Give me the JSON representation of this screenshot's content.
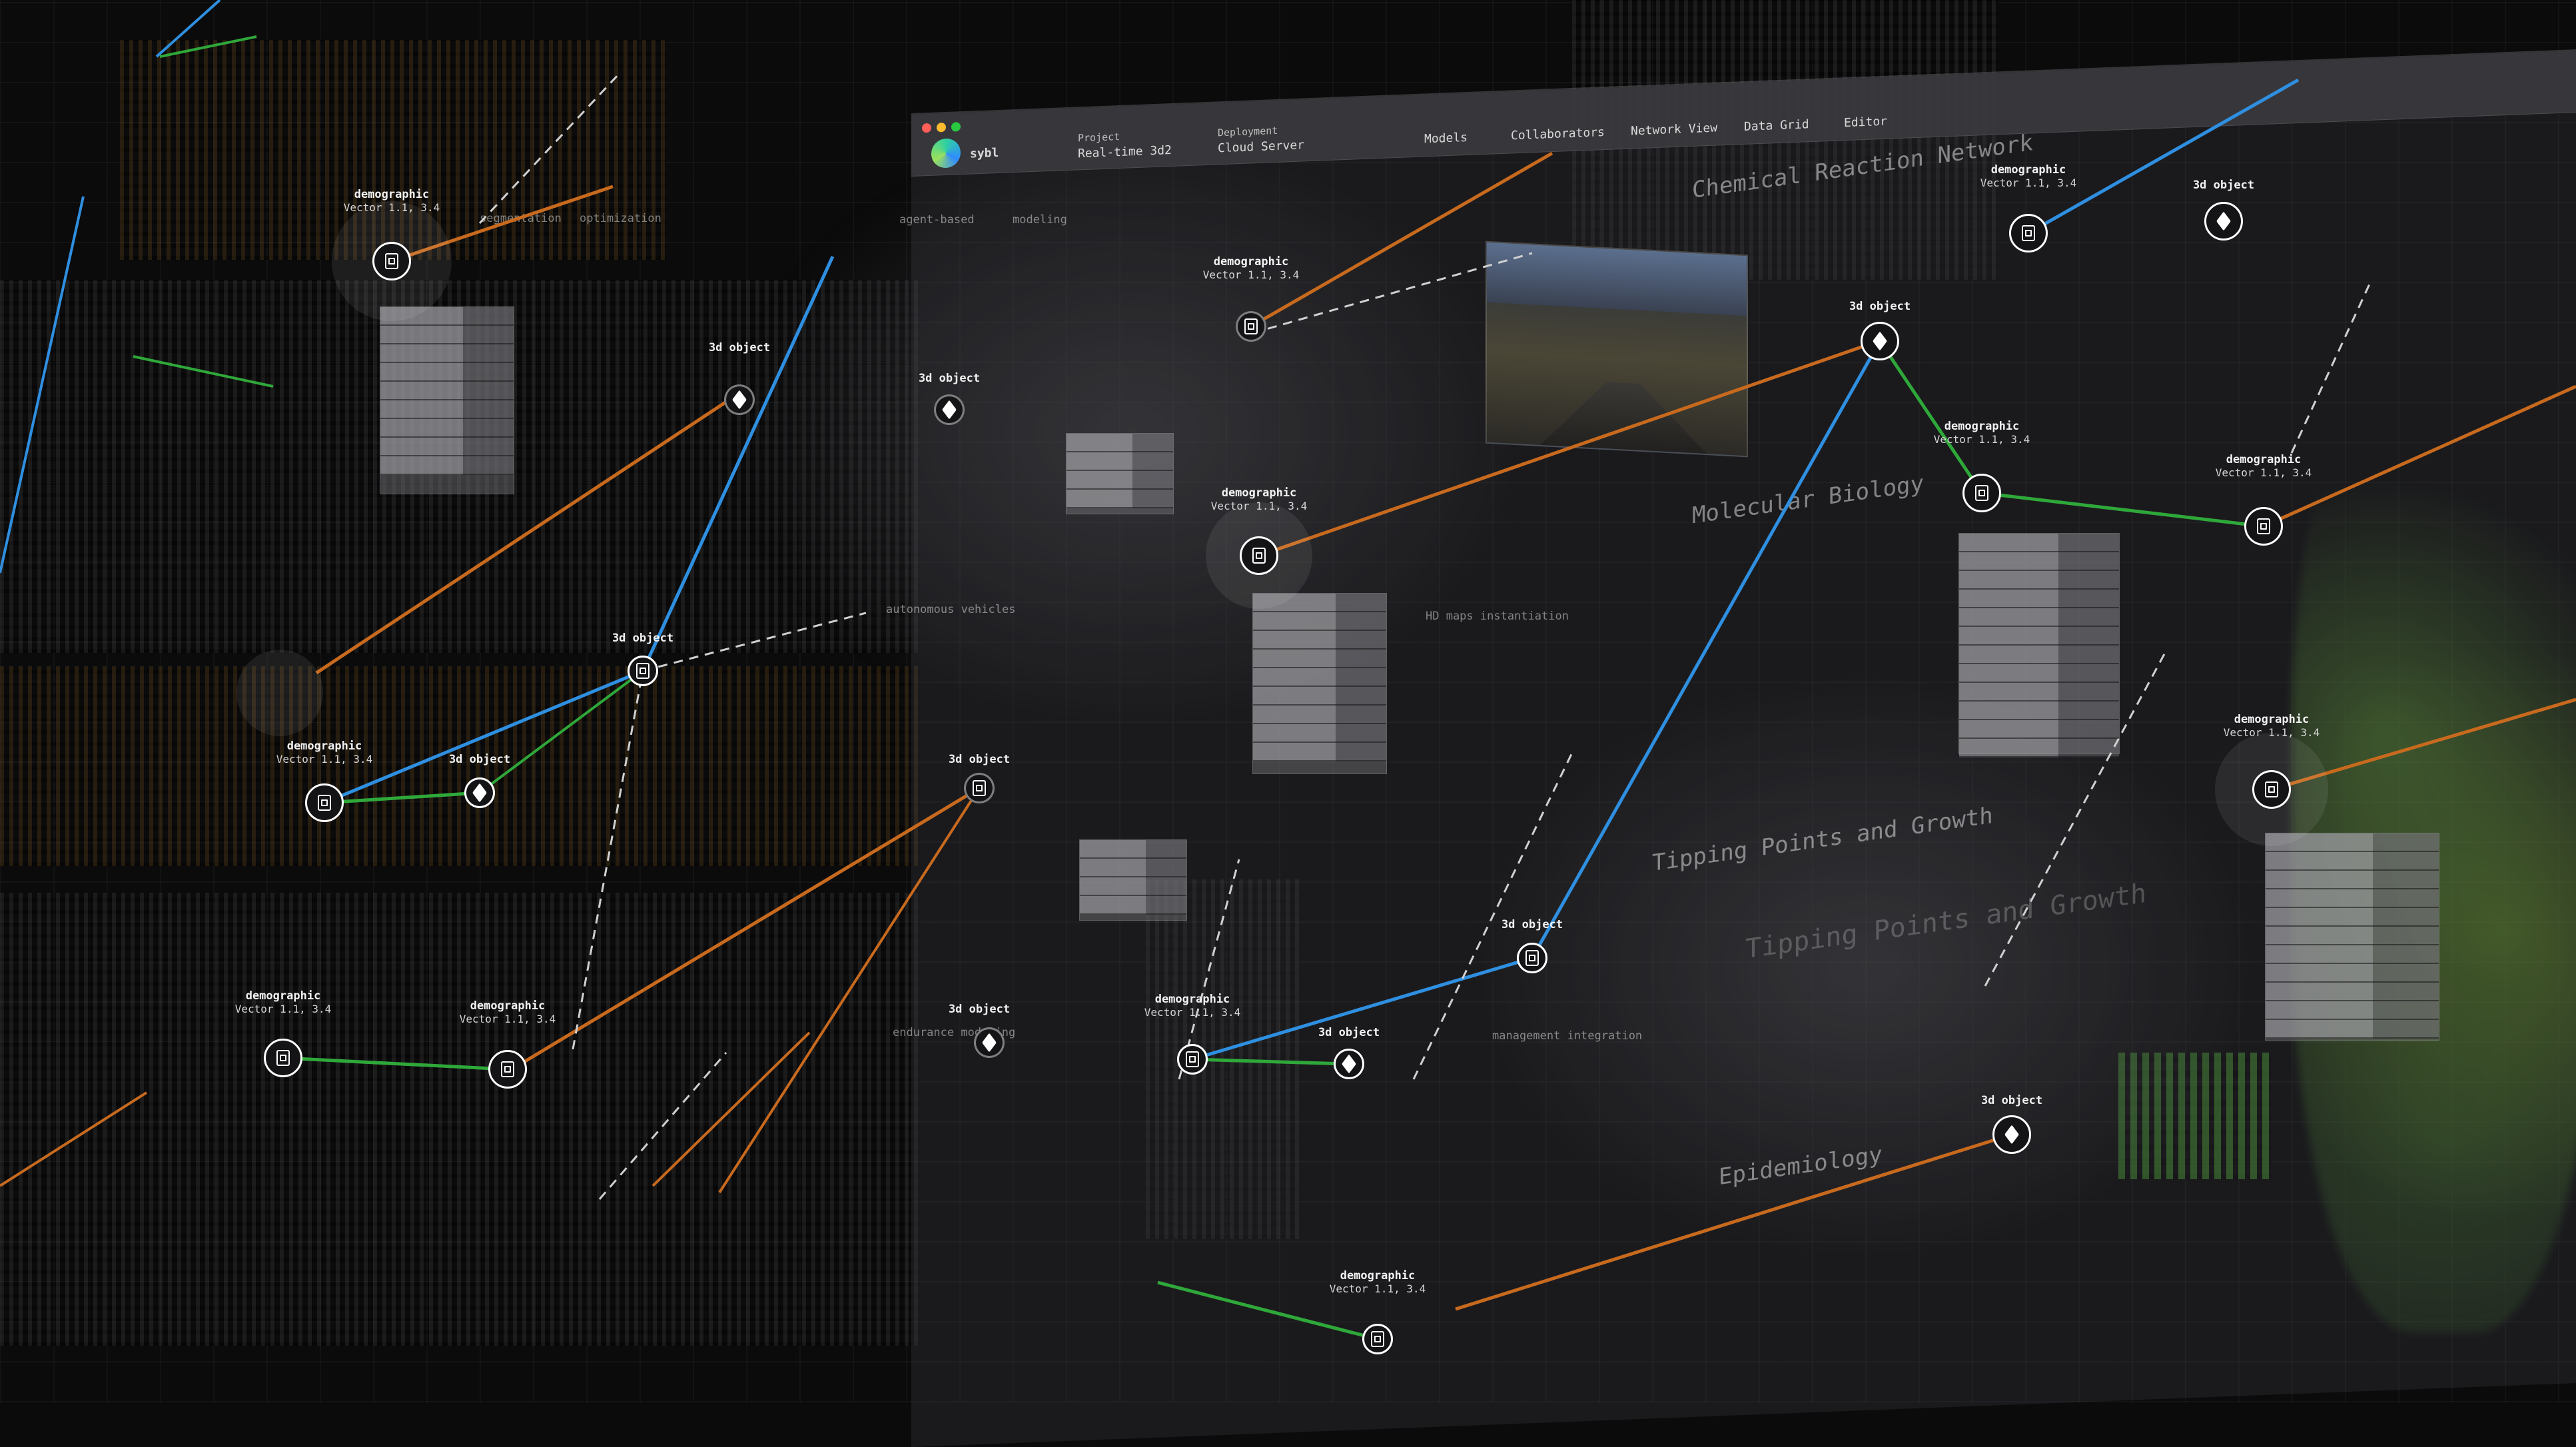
{
  "app": {
    "name": "sybl",
    "header_fields": [
      {
        "label": "Project",
        "value": "Real-time 3d2"
      },
      {
        "label": "Deployment",
        "value": "Cloud Server"
      }
    ],
    "nav": [
      "Models",
      "Collaborators",
      "Network View",
      "Data Grid",
      "Editor"
    ],
    "window_controls": [
      "close",
      "minimize",
      "maximize"
    ]
  },
  "overlay_titles": [
    "Chemical Reaction Network",
    "Molecular Biology",
    "Tipping Points and Growth",
    "Tipping Points and Growth",
    "Epidemiology"
  ],
  "module_tags": [
    "agent-based",
    "modeling",
    "autonomous vehicles",
    "HD maps instantiation",
    "endurance modeling",
    "management integration",
    "segmentation",
    "optimization"
  ],
  "nodes": [
    {
      "id": "n1",
      "label": "demographic",
      "sub": "Vector 1.1, 3.4",
      "icon": "doc"
    },
    {
      "id": "n2",
      "label": "3d object",
      "sub": "",
      "icon": "cube"
    },
    {
      "id": "n3",
      "label": "3d object",
      "sub": "",
      "icon": "doc"
    },
    {
      "id": "n4",
      "label": "demographic",
      "sub": "Vector 1.1, 3.4",
      "icon": "doc"
    },
    {
      "id": "n5",
      "label": "3d object",
      "sub": "",
      "icon": "cube"
    },
    {
      "id": "n6",
      "label": "demographic",
      "sub": "Vector 1.1, 3.4",
      "icon": "doc"
    },
    {
      "id": "n7",
      "label": "demographic",
      "sub": "Vector 1.1, 3.4",
      "icon": "doc"
    },
    {
      "id": "n8",
      "label": "3d object",
      "sub": "",
      "icon": "doc"
    },
    {
      "id": "n9",
      "label": "demographic",
      "sub": "Vector 1.1, 3.4",
      "icon": "doc"
    },
    {
      "id": "n10",
      "label": "3d object",
      "sub": "",
      "icon": "cube"
    },
    {
      "id": "n11",
      "label": "demographic",
      "sub": "Vector 1.1, 3.4",
      "icon": "doc"
    },
    {
      "id": "n12",
      "label": "3d object",
      "sub": "",
      "icon": "cube"
    },
    {
      "id": "n13",
      "label": "demographic",
      "sub": "Vector 1.1, 3.4",
      "icon": "doc"
    },
    {
      "id": "n14",
      "label": "demographic",
      "sub": "Vector 1.1, 3.4",
      "icon": "doc"
    },
    {
      "id": "n15",
      "label": "demographic",
      "sub": "Vector 1.1, 3.4",
      "icon": "doc"
    },
    {
      "id": "n16",
      "label": "3d object",
      "sub": "",
      "icon": "cube"
    },
    {
      "id": "n17",
      "label": "3d object",
      "sub": "",
      "icon": "doc"
    },
    {
      "id": "n18",
      "label": "demographic",
      "sub": "Vector 1.1, 3.4",
      "icon": "doc"
    },
    {
      "id": "n19",
      "label": "3d object",
      "sub": "",
      "icon": "cube"
    },
    {
      "id": "n20",
      "label": "demographic",
      "sub": "Vector 1.1, 3.4",
      "icon": "doc"
    },
    {
      "id": "n21",
      "label": "3d object",
      "sub": "",
      "icon": "cube"
    },
    {
      "id": "n22",
      "label": "demographic",
      "sub": "Vector 1.1, 3.4",
      "icon": "doc"
    },
    {
      "id": "n23",
      "label": "3d object",
      "sub": "",
      "icon": "cube"
    }
  ],
  "link_colors": {
    "blue": "#2f8fe0",
    "orange": "#c86a1e",
    "green": "#2fa83a",
    "dashed": "#d0d0d0"
  }
}
